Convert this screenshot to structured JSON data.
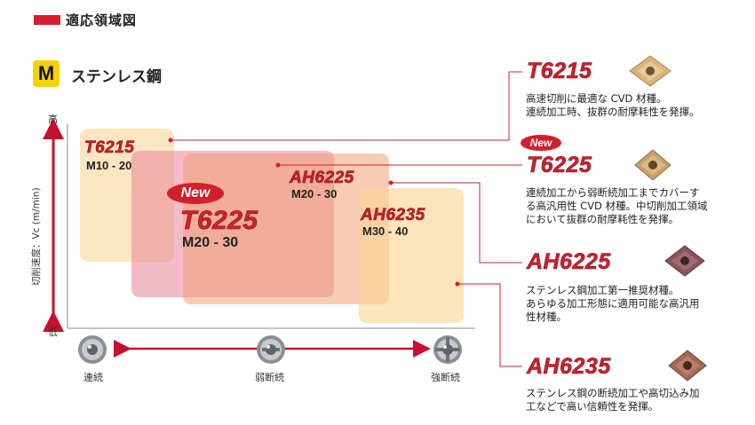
{
  "header": {
    "title": "適応領域図"
  },
  "section": {
    "badge": "M",
    "title": "ステンレス鋼"
  },
  "axes": {
    "y_label": "切削速度：Vc (m/min)",
    "y_high": "高",
    "y_low": "低",
    "x_labels": [
      "連続",
      "弱断続",
      "強断続"
    ]
  },
  "regions": [
    {
      "grade": "T6215",
      "range": "M10 - 20",
      "color": "#fbe3b5"
    },
    {
      "grade": "T6225",
      "range": "M20 - 30",
      "color": "#f0a69c",
      "new": "New"
    },
    {
      "grade": "AH6225",
      "range": "M20 - 30",
      "color": "#f3b3a5"
    },
    {
      "grade": "AH6235",
      "range": "M30 - 40",
      "color": "#fbe0b0"
    }
  ],
  "legend": [
    {
      "grade": "T6215",
      "desc": [
        "高速切削に最適な CVD 材種。",
        "連続加工時、抜群の耐摩耗性を発揮。"
      ]
    },
    {
      "grade": "T6225",
      "new": "New",
      "desc": [
        "連続加工から弱断続加工までカバーす",
        "る高汎用性 CVD 材種。中切削加工領域",
        "において抜群の耐摩耗性を発揮。"
      ]
    },
    {
      "grade": "AH6225",
      "desc": [
        "ステンレス鋼加工第一推奨材種。",
        "あらゆる加工形態に適用可能な高汎用",
        "性材種。"
      ]
    },
    {
      "grade": "AH6235",
      "desc": [
        "ステンレス鋼の断続加工や高切込み加",
        "工などで高い信頼性を発揮。"
      ]
    }
  ],
  "colors": {
    "accent": "#d21f2c",
    "axis": "#c8102e",
    "leader": "#d21f2c"
  }
}
